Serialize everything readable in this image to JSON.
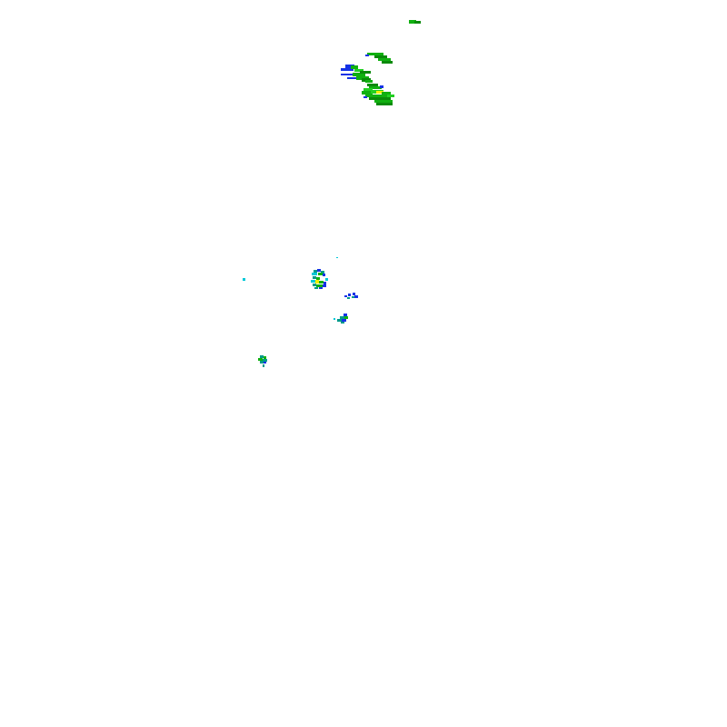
{
  "map": {
    "kind": "radar-reflectivity-overlay",
    "background_color": "#ffffff",
    "intensity_palette": {
      "cyan": "#00c8d8",
      "teal": "#009a8a",
      "blue": "#1432e6",
      "green_light": "#22d022",
      "green": "#10b010",
      "green_dark": "#0a8a0a",
      "yellow": "#f0f000"
    },
    "echo_clusters": [
      {
        "id": "cell-far-north",
        "intensity_levels": [
          "green"
        ]
      },
      {
        "id": "cell-north-band-upper",
        "intensity_levels": [
          "green",
          "green_dark",
          "blue"
        ]
      },
      {
        "id": "cell-north-band-lower",
        "intensity_levels": [
          "blue",
          "green",
          "green_dark",
          "green_light"
        ]
      },
      {
        "id": "cell-north-core",
        "intensity_levels": [
          "blue",
          "green",
          "green_light",
          "green_dark",
          "yellow"
        ]
      },
      {
        "id": "cell-central",
        "intensity_levels": [
          "cyan",
          "teal",
          "blue",
          "green",
          "yellow"
        ]
      },
      {
        "id": "cell-central-east",
        "intensity_levels": [
          "blue",
          "teal"
        ]
      },
      {
        "id": "cell-central-south",
        "intensity_levels": [
          "teal",
          "blue",
          "green"
        ]
      },
      {
        "id": "cell-southwest",
        "intensity_levels": [
          "teal",
          "green",
          "blue"
        ]
      },
      {
        "id": "speck-west",
        "intensity_levels": [
          "cyan"
        ]
      }
    ]
  }
}
